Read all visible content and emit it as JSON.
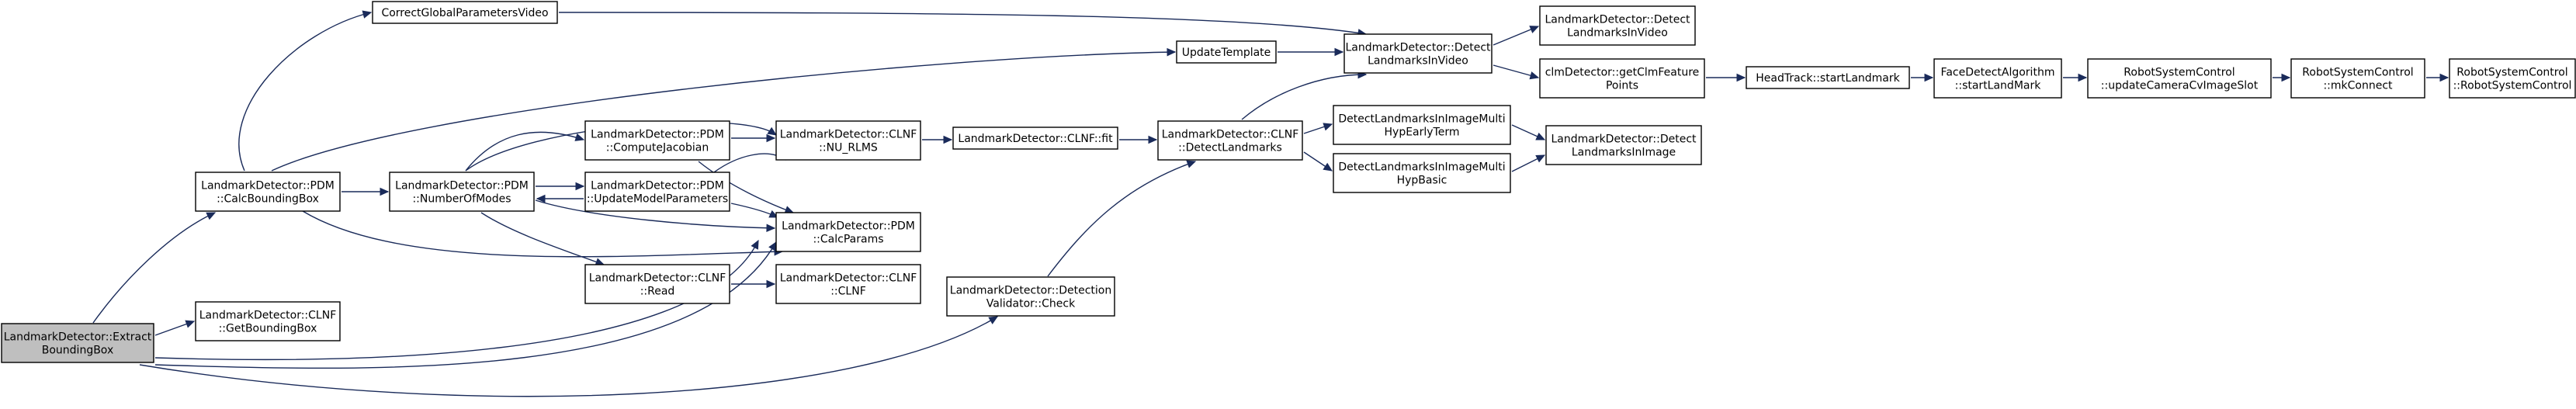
{
  "graph": {
    "nodes": [
      {
        "id": "extract",
        "lines": [
          "LandmarkDetector::Extract",
          "BoundingBox"
        ]
      },
      {
        "id": "cgpv",
        "lines": [
          "CorrectGlobalParametersVideo"
        ]
      },
      {
        "id": "calcbb",
        "lines": [
          "LandmarkDetector::PDM",
          "::CalcBoundingBox"
        ]
      },
      {
        "id": "getbb",
        "lines": [
          "LandmarkDetector::CLNF",
          "::GetBoundingBox"
        ]
      },
      {
        "id": "nmodes",
        "lines": [
          "LandmarkDetector::PDM",
          "::NumberOfModes"
        ]
      },
      {
        "id": "cjac",
        "lines": [
          "LandmarkDetector::PDM",
          "::ComputeJacobian"
        ]
      },
      {
        "id": "ump",
        "lines": [
          "LandmarkDetector::PDM",
          "::UpdateModelParameters"
        ]
      },
      {
        "id": "read",
        "lines": [
          "LandmarkDetector::CLNF",
          "::Read"
        ]
      },
      {
        "id": "nurlms",
        "lines": [
          "LandmarkDetector::CLNF",
          "::NU_RLMS"
        ]
      },
      {
        "id": "calcparams",
        "lines": [
          "LandmarkDetector::PDM",
          "::CalcParams"
        ]
      },
      {
        "id": "clnfctor",
        "lines": [
          "LandmarkDetector::CLNF",
          "::CLNF"
        ]
      },
      {
        "id": "dvcheck",
        "lines": [
          "LandmarkDetector::Detection",
          "Validator::Check"
        ]
      },
      {
        "id": "fit",
        "lines": [
          "LandmarkDetector::CLNF::fit"
        ]
      },
      {
        "id": "updtpl",
        "lines": [
          "UpdateTemplate"
        ]
      },
      {
        "id": "detlm",
        "lines": [
          "LandmarkDetector::CLNF",
          "::DetectLandmarks"
        ]
      },
      {
        "id": "dlivid",
        "lines": [
          "LandmarkDetector::Detect",
          "LandmarksInVideo"
        ]
      },
      {
        "id": "dlivid2",
        "lines": [
          "LandmarkDetector::Detect",
          "LandmarksInVideo"
        ]
      },
      {
        "id": "getclm",
        "lines": [
          "clmDetector::getClmFeature",
          "Points"
        ]
      },
      {
        "id": "early",
        "lines": [
          "DetectLandmarksInImageMulti",
          "HypEarlyTerm"
        ]
      },
      {
        "id": "basic",
        "lines": [
          "DetectLandmarksInImageMulti",
          "HypBasic"
        ]
      },
      {
        "id": "dlimg",
        "lines": [
          "LandmarkDetector::Detect",
          "LandmarksInImage"
        ]
      },
      {
        "id": "headtrack",
        "lines": [
          "HeadTrack::startLandmark"
        ]
      },
      {
        "id": "facedetect",
        "lines": [
          "FaceDetectAlgorithm",
          "::startLandMark"
        ]
      },
      {
        "id": "updcam",
        "lines": [
          "RobotSystemControl",
          "::updateCameraCvImageSlot"
        ]
      },
      {
        "id": "mkconnect",
        "lines": [
          "RobotSystemControl",
          "::mkConnect"
        ]
      },
      {
        "id": "rsctor",
        "lines": [
          "RobotSystemControl",
          "::RobotSystemControl"
        ]
      }
    ],
    "edges": [
      {
        "from": "extract",
        "to": "calcbb"
      },
      {
        "from": "extract",
        "to": "getbb"
      },
      {
        "from": "extract",
        "to": "calcparams"
      },
      {
        "from": "extract",
        "to": "calcparams"
      },
      {
        "from": "extract",
        "to": "dvcheck"
      },
      {
        "from": "calcbb",
        "to": "cgpv"
      },
      {
        "from": "calcbb",
        "to": "updtpl"
      },
      {
        "from": "calcbb",
        "to": "nmodes"
      },
      {
        "from": "calcbb",
        "to": "calcparams"
      },
      {
        "from": "nmodes",
        "to": "cjac"
      },
      {
        "from": "nmodes",
        "to": "ump"
      },
      {
        "from": "nmodes",
        "to": "nurlms"
      },
      {
        "from": "nmodes",
        "to": "calcparams"
      },
      {
        "from": "nmodes",
        "to": "read"
      },
      {
        "from": "ump",
        "to": "nmodes"
      },
      {
        "from": "cjac",
        "to": "nurlms"
      },
      {
        "from": "cjac",
        "to": "calcparams"
      },
      {
        "from": "ump",
        "to": "nurlms"
      },
      {
        "from": "ump",
        "to": "calcparams"
      },
      {
        "from": "read",
        "to": "clnfctor"
      },
      {
        "from": "nurlms",
        "to": "fit"
      },
      {
        "from": "fit",
        "to": "detlm"
      },
      {
        "from": "dvcheck",
        "to": "detlm"
      },
      {
        "from": "cgpv",
        "to": "dlivid"
      },
      {
        "from": "updtpl",
        "to": "dlivid"
      },
      {
        "from": "detlm",
        "to": "dlivid"
      },
      {
        "from": "detlm",
        "to": "early"
      },
      {
        "from": "detlm",
        "to": "basic"
      },
      {
        "from": "dlivid",
        "to": "dlivid2"
      },
      {
        "from": "dlivid",
        "to": "getclm"
      },
      {
        "from": "early",
        "to": "dlimg"
      },
      {
        "from": "basic",
        "to": "dlimg"
      },
      {
        "from": "getclm",
        "to": "headtrack"
      },
      {
        "from": "headtrack",
        "to": "facedetect"
      },
      {
        "from": "facedetect",
        "to": "updcam"
      },
      {
        "from": "updcam",
        "to": "mkconnect"
      },
      {
        "from": "mkconnect",
        "to": "rsctor"
      }
    ]
  },
  "colors": {
    "node_fill": "#ffffff",
    "root_fill": "#bfbfbf",
    "node_stroke": "#000000",
    "edge": "#1a2b5a"
  }
}
